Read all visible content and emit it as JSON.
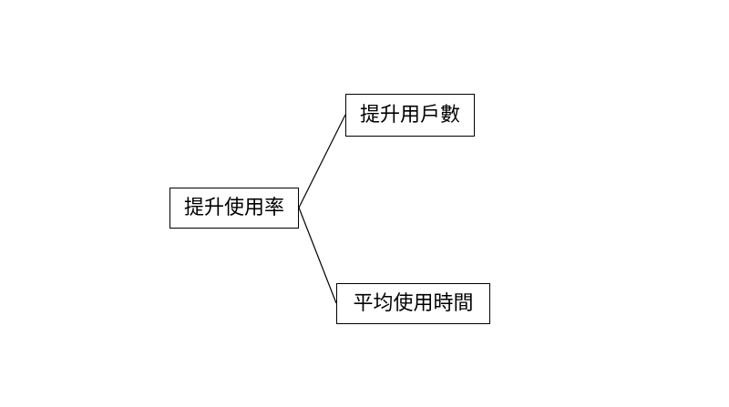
{
  "diagram": {
    "root": {
      "label": "提升使用率"
    },
    "children": [
      {
        "label": "提升用戶數"
      },
      {
        "label": "平均使用時間"
      }
    ],
    "colors": {
      "line": "#000000",
      "border": "#000000",
      "text": "#000000",
      "background": "#ffffff"
    }
  }
}
